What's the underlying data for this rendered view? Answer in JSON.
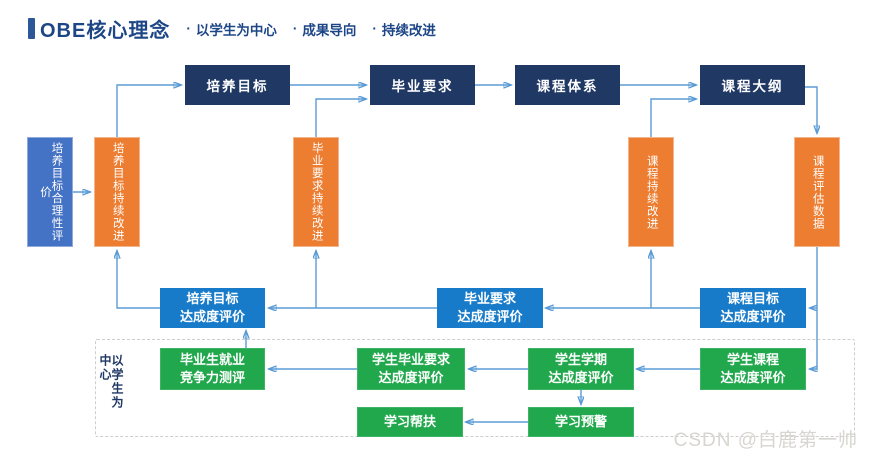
{
  "title": {
    "main": "OBE核心理念",
    "separator": "·",
    "items": [
      "以学生为中心",
      "成果导向",
      "持续改进"
    ]
  },
  "diagram": {
    "top_row": [
      {
        "label": "培养目标"
      },
      {
        "label": "毕业要求"
      },
      {
        "label": "课程体系"
      },
      {
        "label": "课程大纲"
      }
    ],
    "vertical_boxes": [
      {
        "label": "培养目标合理性评价"
      },
      {
        "label": "培养目标持续改进"
      },
      {
        "label": "毕业要求持续改进"
      },
      {
        "label": "课程持续改进"
      },
      {
        "label": "课程评估数据"
      }
    ],
    "eval_row": [
      {
        "line1": "培养目标",
        "line2": "达成度评价"
      },
      {
        "line1": "毕业要求",
        "line2": "达成度评价"
      },
      {
        "line1": "课程目标",
        "line2": "达成度评价"
      }
    ],
    "student_region": {
      "label": "以学生为中心",
      "green_row": [
        {
          "line1": "毕业生就业",
          "line2": "竞争力测评"
        },
        {
          "line1": "学生毕业要求",
          "line2": "达成度评价"
        },
        {
          "line1": "学生学期",
          "line2": "达成度评价"
        },
        {
          "line1": "学生课程",
          "line2": "达成度评价"
        }
      ],
      "bottom_row": [
        {
          "label": "学习帮扶"
        },
        {
          "label": "学习预警"
        }
      ]
    }
  },
  "colors": {
    "navy": "#1f3864",
    "orange": "#ed7d31",
    "left_blue": "#4472c4",
    "bright_blue": "#187bc9",
    "green": "#21a84d",
    "connector": "#5b9bd5",
    "title_text": "#1d4687"
  },
  "watermark": "CSDN @白鹿第一帅"
}
